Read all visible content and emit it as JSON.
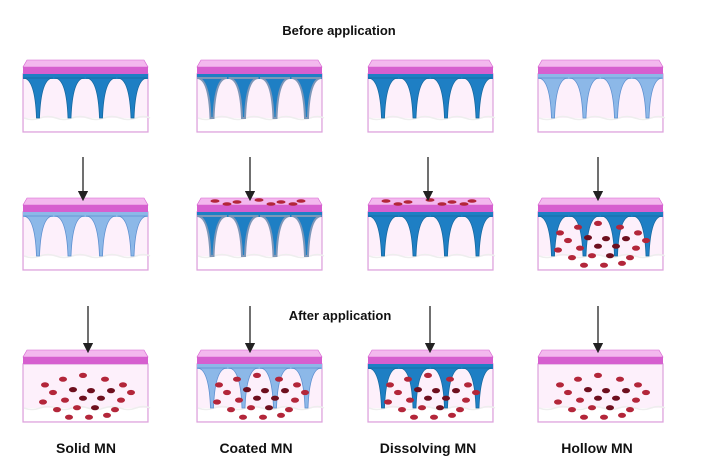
{
  "titles": {
    "before": "Before application",
    "after": "After application"
  },
  "columns": [
    {
      "label": "Solid MN",
      "rows": [
        {
          "needle": "solid",
          "drug": "none"
        },
        {
          "needle": "light",
          "drug": "none"
        },
        {
          "needle": "none",
          "drug": "skin"
        }
      ]
    },
    {
      "label": "Coated MN",
      "rows": [
        {
          "needle": "coated",
          "drug": "none"
        },
        {
          "needle": "coated",
          "drug": "top"
        },
        {
          "needle": "light",
          "drug": "skin"
        }
      ]
    },
    {
      "label": "Dissolving MN",
      "rows": [
        {
          "needle": "solid",
          "drug": "none"
        },
        {
          "needle": "solid",
          "drug": "top"
        },
        {
          "needle": "solid",
          "drug": "skin"
        }
      ]
    },
    {
      "label": "Hollow MN",
      "rows": [
        {
          "needle": "light",
          "drug": "none"
        },
        {
          "needle": "solid",
          "drug": "skin"
        },
        {
          "needle": "none",
          "drug": "skin"
        }
      ]
    }
  ],
  "colors": {
    "skin": "#fdf0fb",
    "border": "#dca0dc",
    "slabTop": "#f3b8ee",
    "band": "#d65fcf",
    "needleDark": "#1e7fc4",
    "needleLight": "#8cb8e8",
    "drug": "#b3263a",
    "drugDark": "#6e0f1e"
  }
}
